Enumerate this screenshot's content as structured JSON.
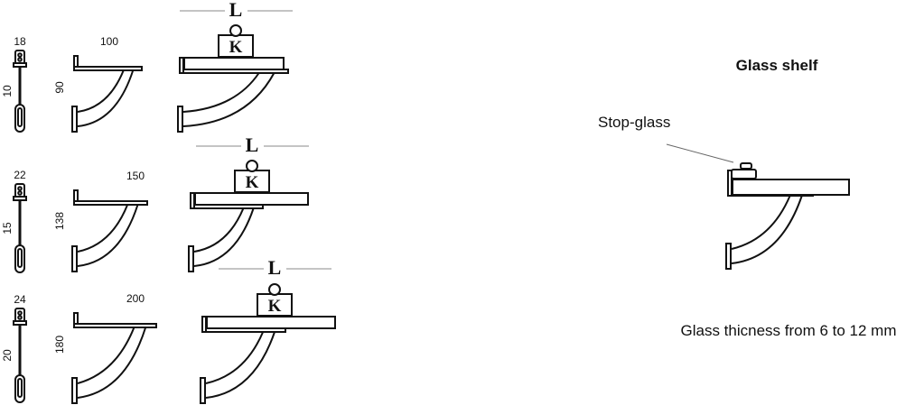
{
  "title": "Glass shelf",
  "stop_glass_label": "Stop-glass",
  "thickness_note": "Glass thicness from 6 to 12 mm",
  "load_label": "K",
  "length_label": "L",
  "rows": [
    {
      "rod_width": "18",
      "rod_height": "10",
      "bracket_length": "100",
      "bracket_height": "90"
    },
    {
      "rod_width": "22",
      "rod_height": "15",
      "bracket_length": "150",
      "bracket_height": "138"
    },
    {
      "rod_width": "24",
      "rod_height": "20",
      "bracket_length": "200",
      "bracket_height": "180"
    }
  ]
}
